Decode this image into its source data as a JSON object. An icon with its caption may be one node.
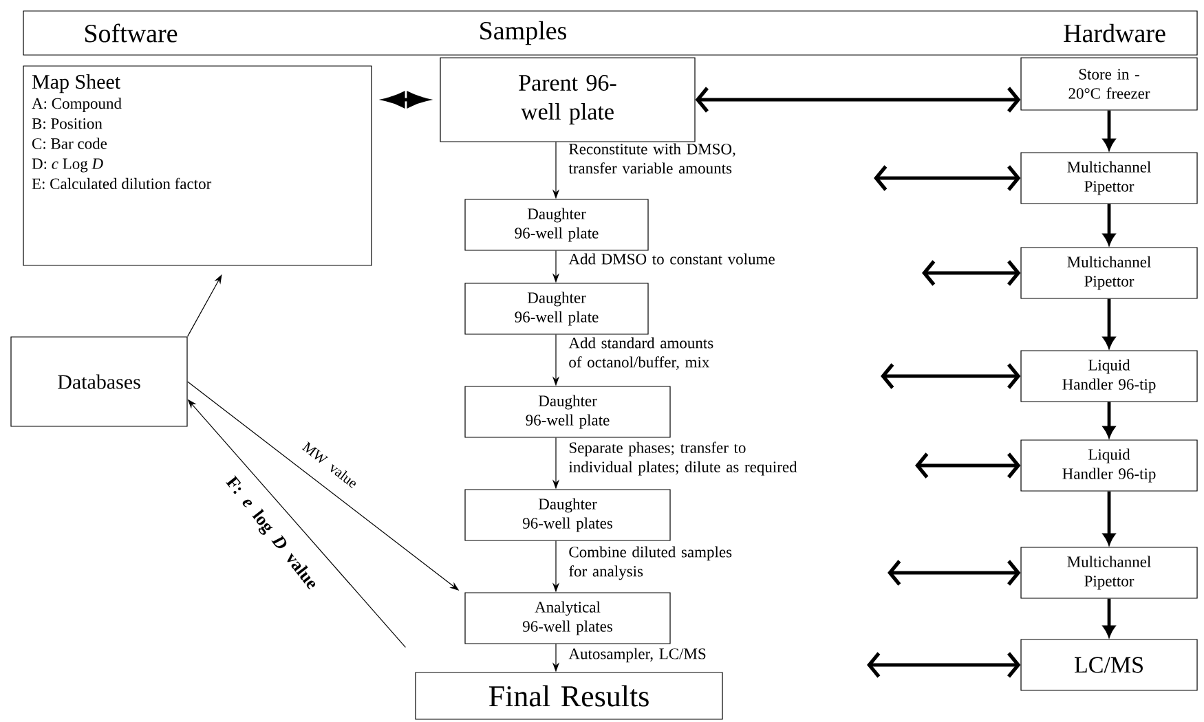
{
  "diagram": {
    "nodes": [
      {
        "text": [
          "Software",
          "Samples",
          "Hardware"
        ]
      },
      {
        "text": [
          "Map Sheet",
          "A: Compound",
          "B: Position",
          "C: Bar code",
          "D: *c* Log *D*",
          "E: Calculated dilution factor"
        ]
      },
      {
        "text": [
          "Parent 96-well plate"
        ]
      },
      {
        "text": [
          "Daughter 96-well plate"
        ]
      },
      {
        "text": [
          "Daughter 96-well plate"
        ]
      },
      {
        "text": [
          "Daughter 96-well plate"
        ]
      },
      {
        "text": [
          "Daughter 96-well plates"
        ]
      },
      {
        "text": [
          "Analytical 96-well plates"
        ]
      },
      {
        "text": [
          "Final Results"
        ]
      },
      {
        "text": [
          "Databases"
        ]
      },
      {
        "text": [
          "Store in -20°C freezer"
        ]
      },
      {
        "text": [
          "Multichannel Pipettor"
        ]
      },
      {
        "text": [
          "Multichannel Pipettor"
        ]
      },
      {
        "text": [
          "Liquid Handler 96-tip"
        ]
      },
      {
        "text": [
          "Liquid Handler 96-tip"
        ]
      },
      {
        "text": [
          "Multichannel Pipettor"
        ]
      },
      {
        "text": [
          "LC/MS"
        ]
      }
    ],
    "edges": [
      {
        "from": 1,
        "to": 2,
        "arrow": "both"
      },
      {
        "from": 2,
        "to": 3,
        "arrow": "to",
        "label": "Reconstitute with DMSO, transfer variable amounts"
      },
      {
        "from": 3,
        "to": 4,
        "arrow": "to",
        "label": "Add DMSO to constant volume"
      },
      {
        "from": 4,
        "to": 5,
        "arrow": "to",
        "label": "Add standard amounts of octanol/buffer, mix"
      },
      {
        "from": 5,
        "to": 6,
        "arrow": "to",
        "label": "Separate phases; transfer to individual plates; dilute as required"
      },
      {
        "from": 6,
        "to": 7,
        "arrow": "to",
        "label": "Combine diluted samples for analysis"
      },
      {
        "from": 7,
        "to": 8,
        "arrow": "to",
        "label": "Autosampler, LC/MS"
      },
      {
        "from": 9,
        "to": 1,
        "arrow": "to"
      },
      {
        "from": 9,
        "to": 7,
        "arrow": "to",
        "label": "MW value"
      },
      {
        "from": 8,
        "to": 9,
        "arrow": "to",
        "label": "F: *e* log *D* value"
      },
      {
        "from": 2,
        "to": 10,
        "arrow": "both"
      },
      {
        "from": null,
        "to": 11,
        "arrow": "both"
      },
      {
        "from": null,
        "to": 12,
        "arrow": "both"
      },
      {
        "from": null,
        "to": 13,
        "arrow": "both"
      },
      {
        "from": null,
        "to": 14,
        "arrow": "both"
      },
      {
        "from": null,
        "to": 15,
        "arrow": "both"
      },
      {
        "from": null,
        "to": 16,
        "arrow": "both"
      },
      {
        "from": 10,
        "to": 11,
        "arrow": "to"
      },
      {
        "from": 11,
        "to": 12,
        "arrow": "to"
      },
      {
        "from": 12,
        "to": 13,
        "arrow": "to"
      },
      {
        "from": 13,
        "to": 14,
        "arrow": "to"
      },
      {
        "from": 14,
        "to": 15,
        "arrow": "to"
      },
      {
        "from": 15,
        "to": 16,
        "arrow": "to"
      }
    ]
  }
}
